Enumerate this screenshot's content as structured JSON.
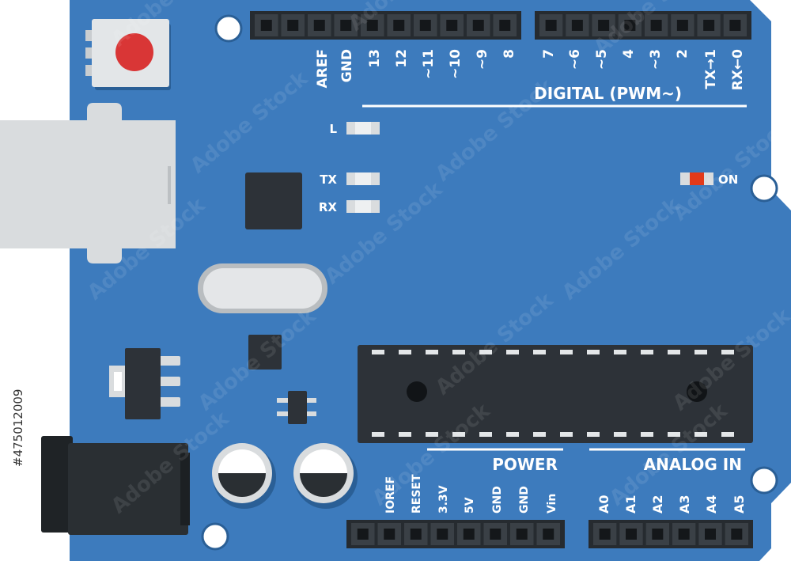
{
  "colors": {
    "board": "#3d7bbd",
    "header": "#262b30",
    "pin_hole": "#14171a",
    "chip": "#2d3238",
    "reset_button": "#d93636",
    "on_led": "#e23a1a",
    "usb": "#d9dcde",
    "silkscreen": "#ffffff"
  },
  "digital_header": {
    "left_pins": [
      "AREF",
      "GND",
      "13",
      "12",
      "~11",
      "~10",
      "~9",
      "8"
    ],
    "right_pins": [
      "7",
      "~6",
      "~5",
      "4",
      "~3",
      "2",
      "TX→1",
      "RX←0"
    ],
    "section_label": "DIGITAL (PWM~)"
  },
  "leds": {
    "l": "L",
    "tx": "TX",
    "rx": "RX",
    "power": "ON"
  },
  "power_header": {
    "section_label": "POWER",
    "pins": [
      "IOREF",
      "RESET",
      "3.3V",
      "5V",
      "GND",
      "GND",
      "Vin"
    ]
  },
  "analog_header": {
    "section_label": "ANALOG IN",
    "pins": [
      "A0",
      "A1",
      "A2",
      "A3",
      "A4",
      "A5"
    ]
  },
  "watermark": "Adobe Stock",
  "side_text": "#475012009"
}
